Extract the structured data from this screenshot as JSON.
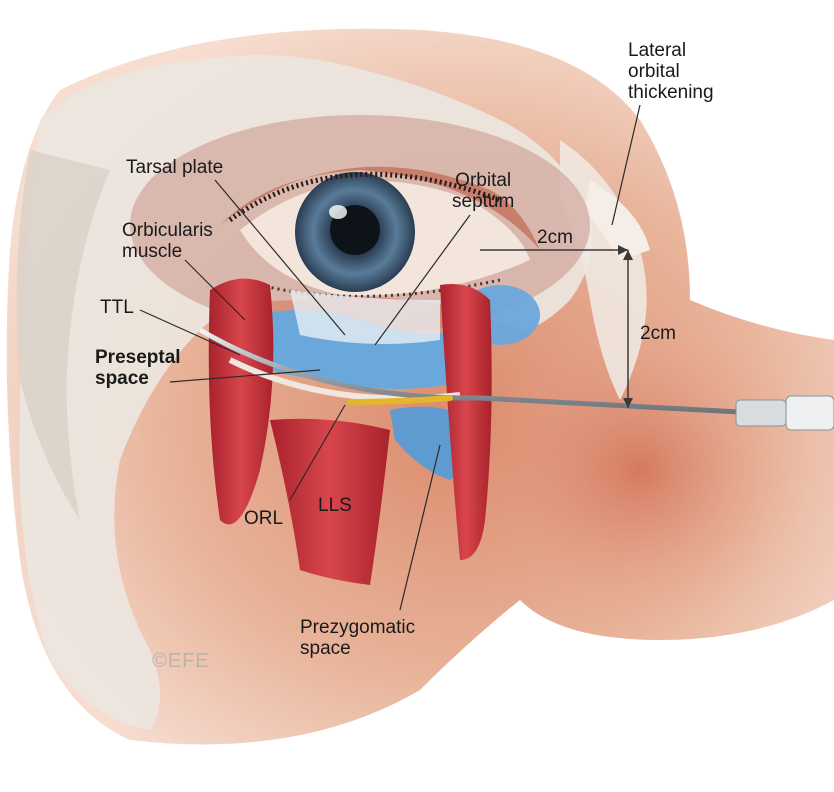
{
  "labels": {
    "lateral_orbital_thickening": [
      "Lateral",
      "orbital",
      "thickening"
    ],
    "tarsal_plate": "Tarsal plate",
    "orbital_septum": [
      "Orbital",
      "septum"
    ],
    "orbicularis_muscle": [
      "Orbicularis",
      "muscle"
    ],
    "ttl": "TTL",
    "preseptal_space": [
      "Preseptal",
      "space"
    ],
    "horizontal_distance": "2cm",
    "vertical_distance": "2cm",
    "orl": "ORL",
    "lls": "LLS",
    "prezygomatic_space": [
      "Prezygomatic",
      "space"
    ]
  },
  "watermark": "©EFE",
  "colors": {
    "skin": "#e8b49a",
    "bone": "#ece6df",
    "muscle": "#c8323a",
    "fat_pad": "#6aa8dc",
    "iris": "#5a7c99",
    "cannula": "#b8bcc0"
  }
}
